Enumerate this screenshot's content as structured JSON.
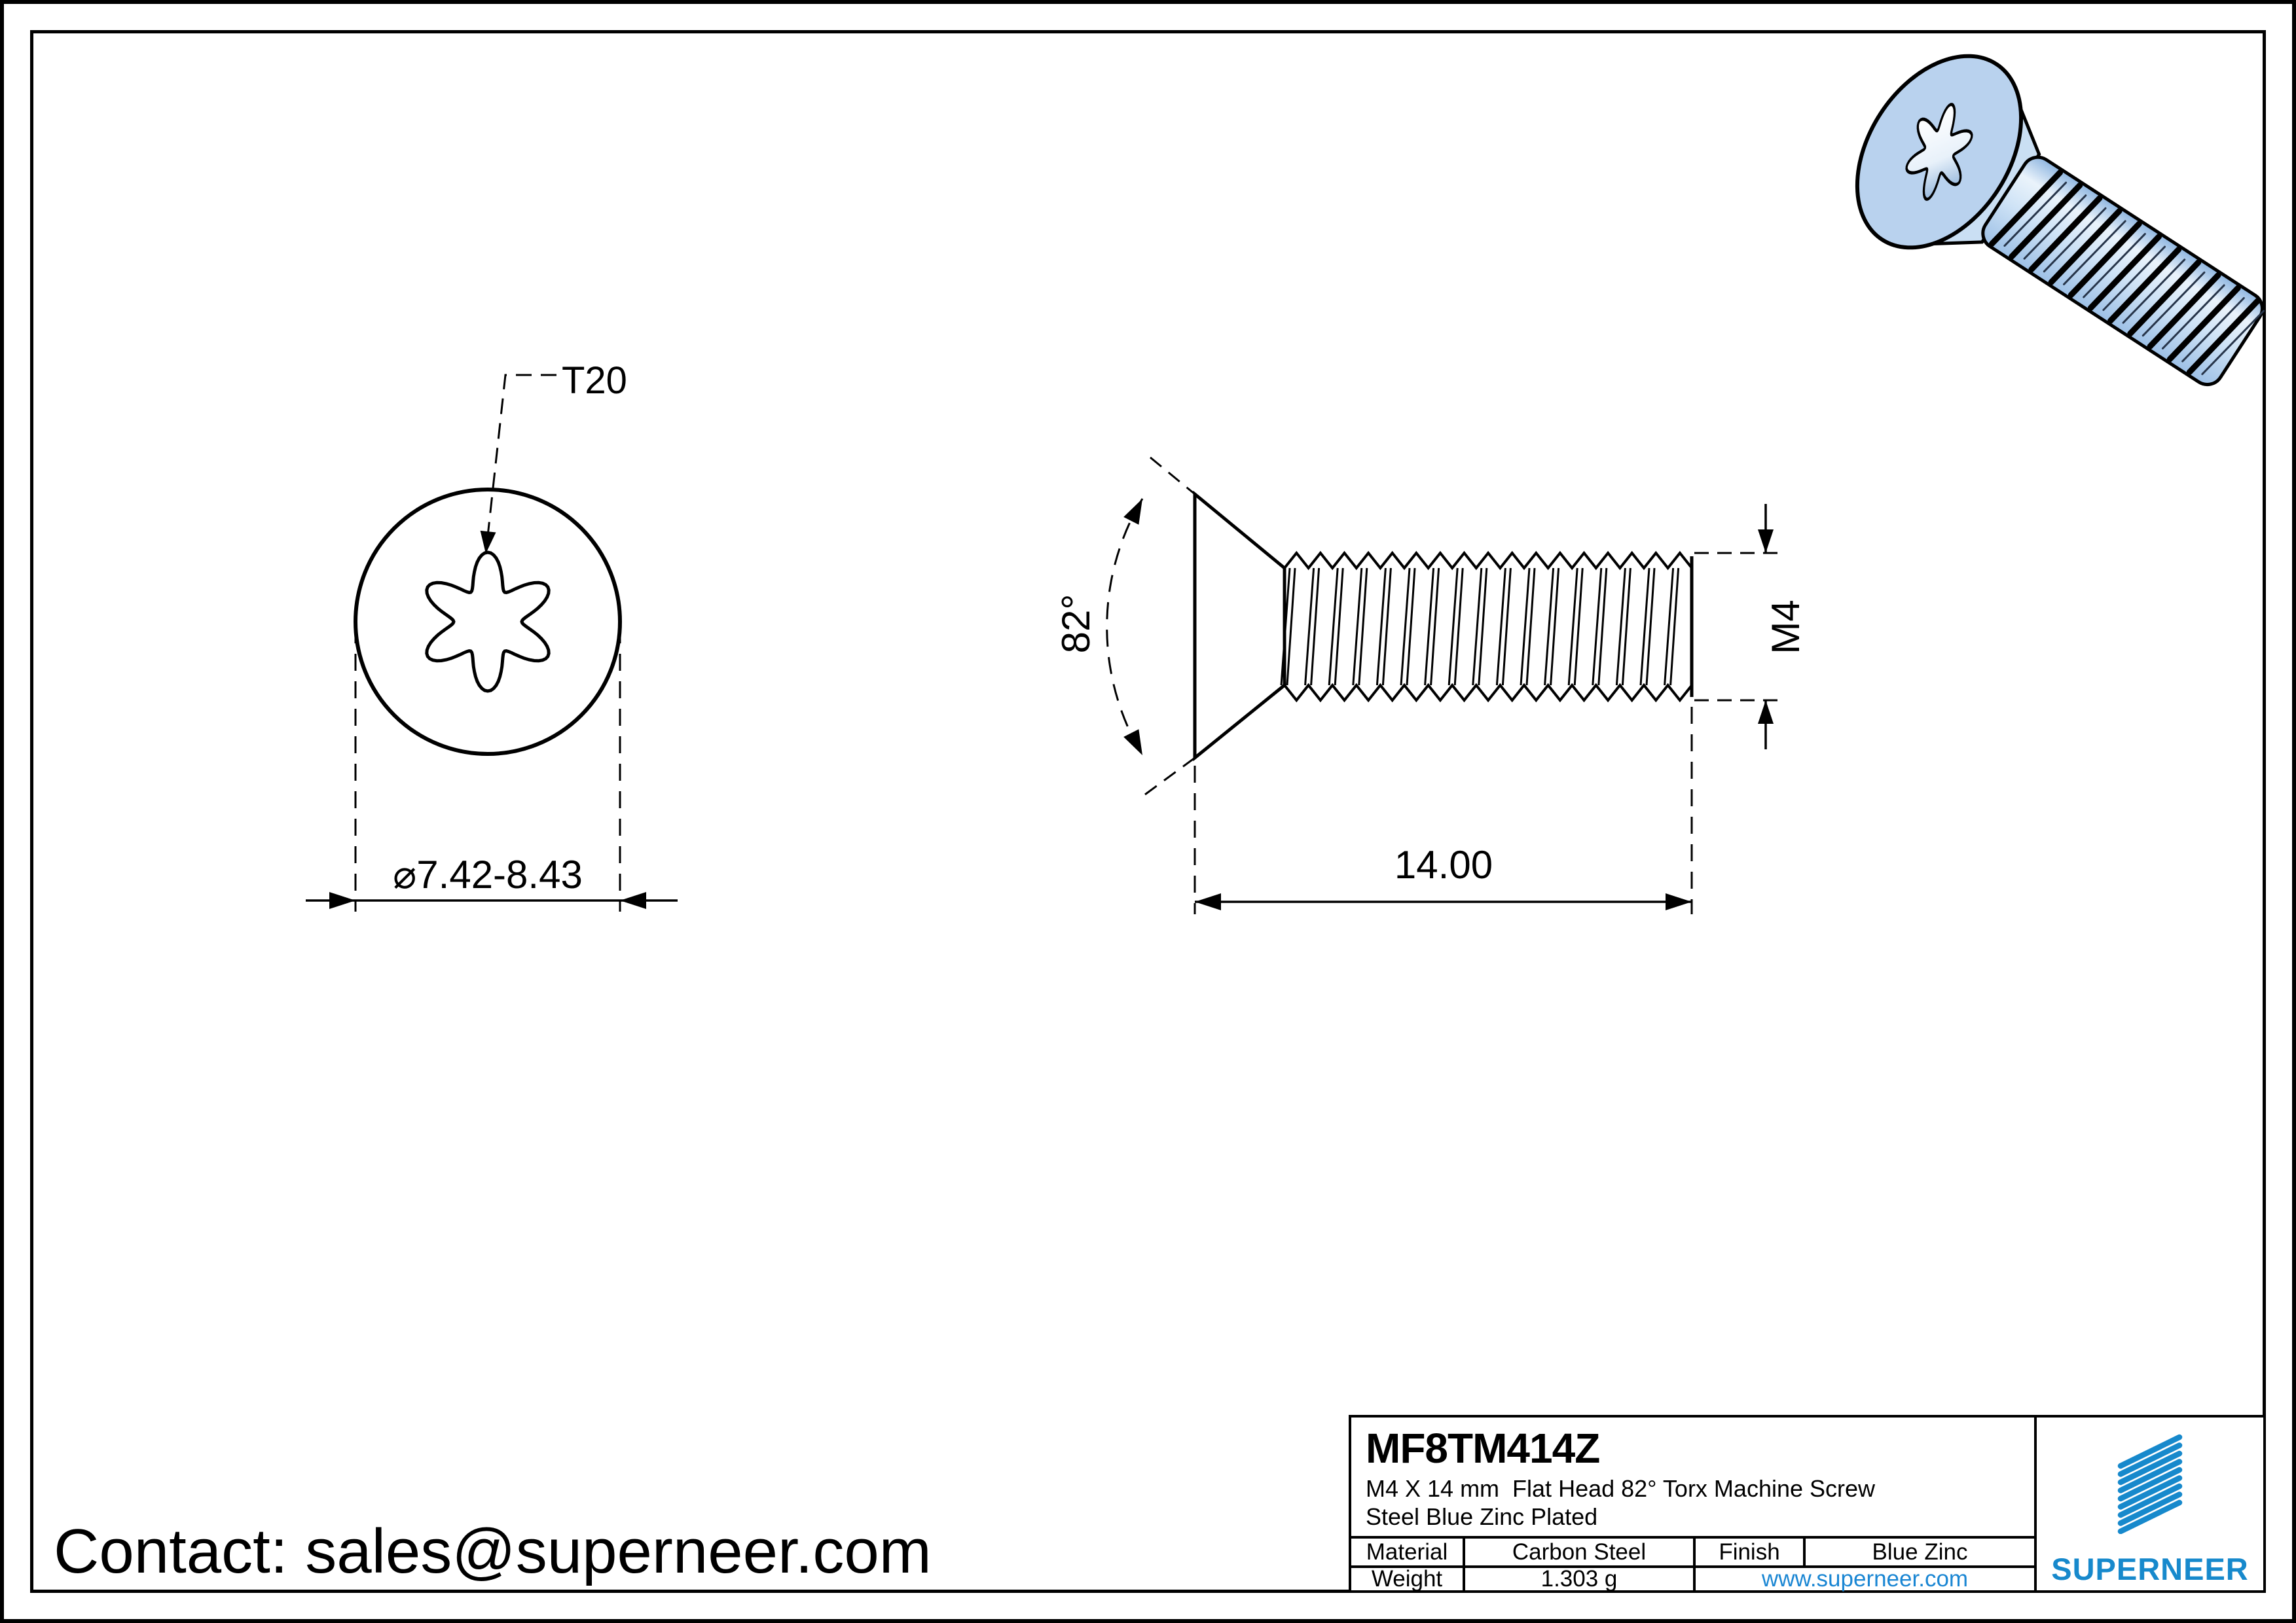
{
  "contact": {
    "text": "Contact: sales@superneer.com"
  },
  "front_view": {
    "torx_label": "T20",
    "diameter_label": "⌀7.42-8.43"
  },
  "side_view": {
    "angle_label": "82°",
    "thread_size_label": "M4",
    "length_label": "14.00"
  },
  "title_block": {
    "part_number": "MF8TM414Z",
    "description_line1": "M4 X 14 mm  Flat Head 82° Torx Machine Screw",
    "description_line2": "Steel Blue Zinc Plated",
    "material_label": "Material",
    "material_value": "Carbon Steel",
    "finish_label": "Finish",
    "finish_value": "Blue Zinc",
    "weight_label": "Weight",
    "weight_value": "1.303 g",
    "website": "www.superneer.com",
    "brand_name": "SUPERNEER"
  },
  "colors": {
    "brand_blue": "#1789cc",
    "link_blue": "#1a86d3",
    "screw_body_blue": "#b9d2ee",
    "drawing_line": "#000000"
  }
}
